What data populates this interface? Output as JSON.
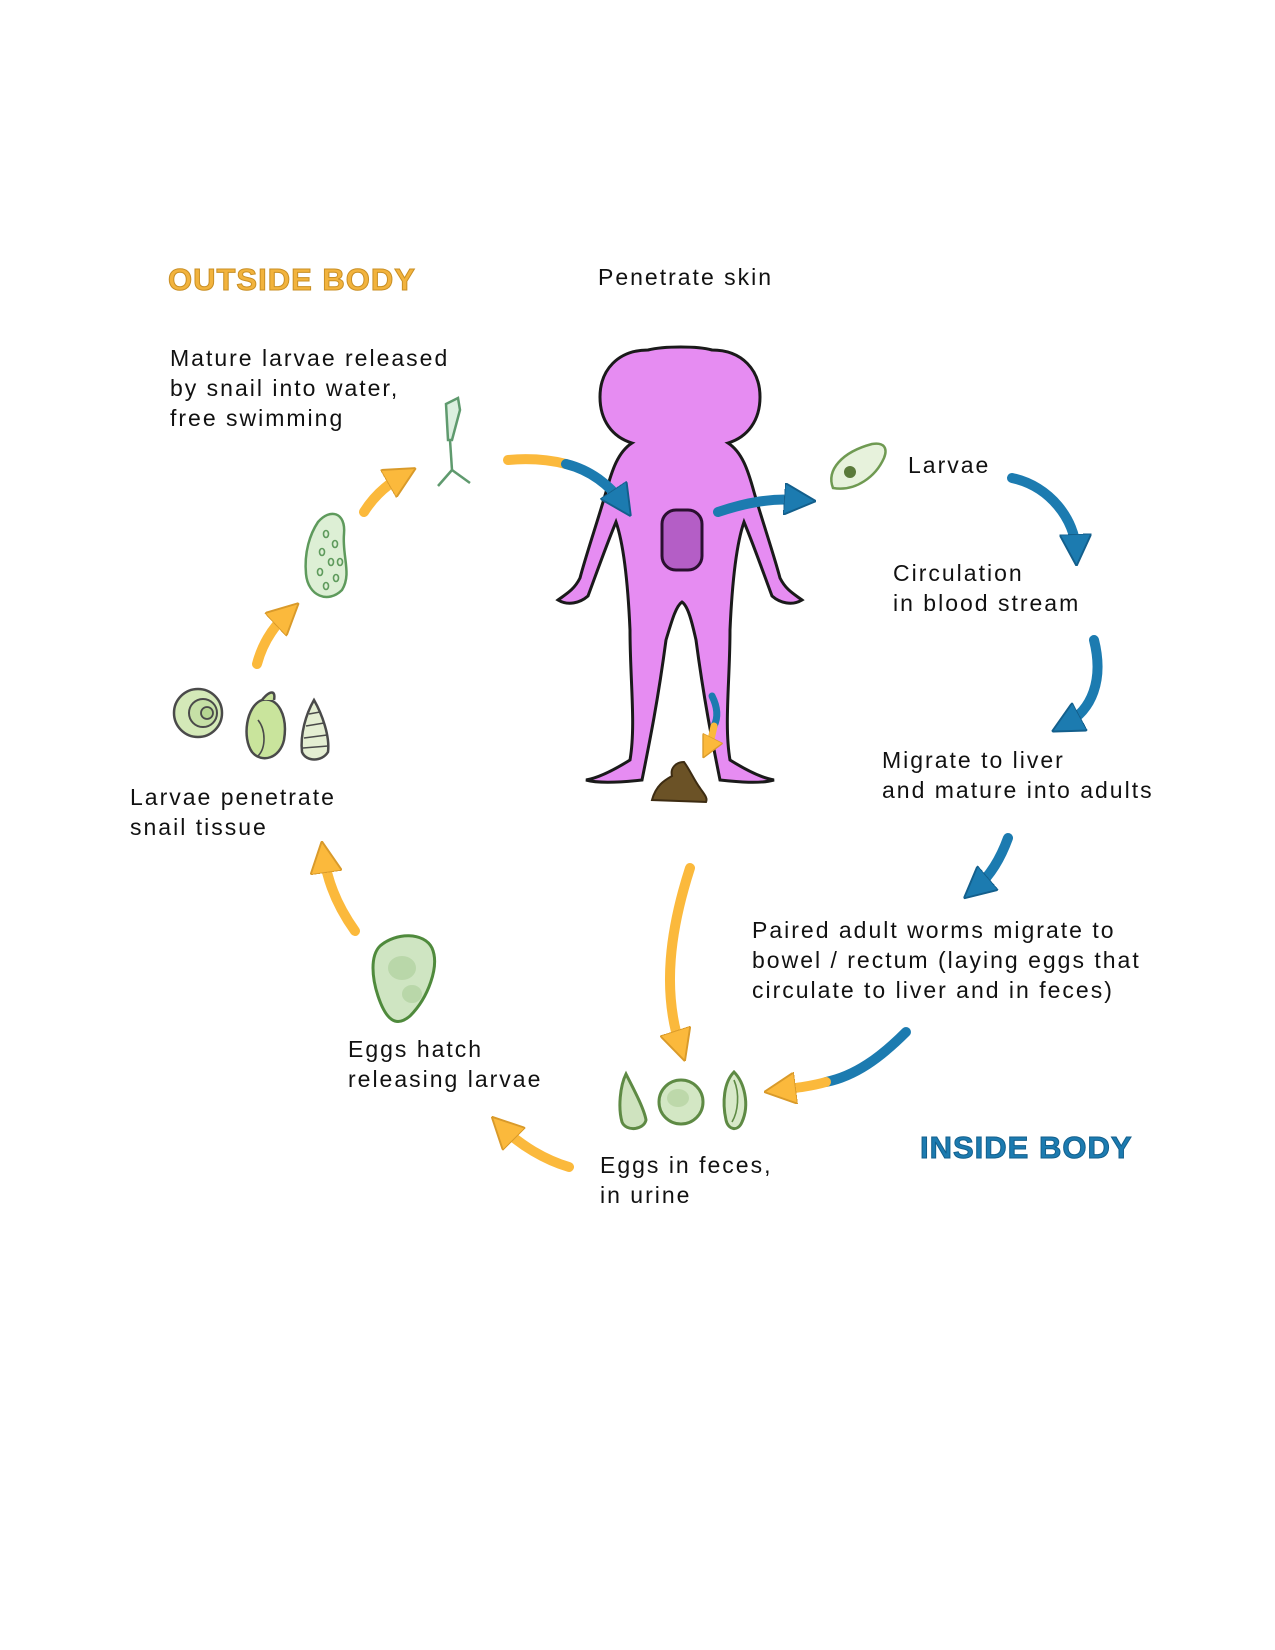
{
  "headings": {
    "outside": "OUTSIDE BODY",
    "inside": "INSIDE BODY"
  },
  "labels": {
    "penetrate_skin": "Penetrate skin",
    "mature_larvae": [
      "Mature larvae released",
      "by snail into water,",
      "free swimming"
    ],
    "larvae": "Larvae",
    "circulation": [
      "Circulation",
      "in blood stream"
    ],
    "migrate_liver": [
      "Migrate to liver",
      "and mature into adults"
    ],
    "paired_worms": [
      "Paired adult worms migrate to",
      "bowel / rectum (laying eggs that",
      "circulate to liver and in feces)"
    ],
    "eggs_feces": [
      "Eggs in feces,",
      "in urine"
    ],
    "eggs_hatch": [
      "Eggs hatch",
      "releasing larvae"
    ],
    "snail_tissue": [
      "Larvae penetrate",
      "snail tissue"
    ]
  },
  "colors": {
    "outside_arrow": "#fbb93c",
    "inside_arrow": "#1c7bb0",
    "body_fill": "#e68cf2",
    "body_organ": "#b45ec6",
    "feces": "#6b5226",
    "stage_green": "#a9d28a"
  }
}
